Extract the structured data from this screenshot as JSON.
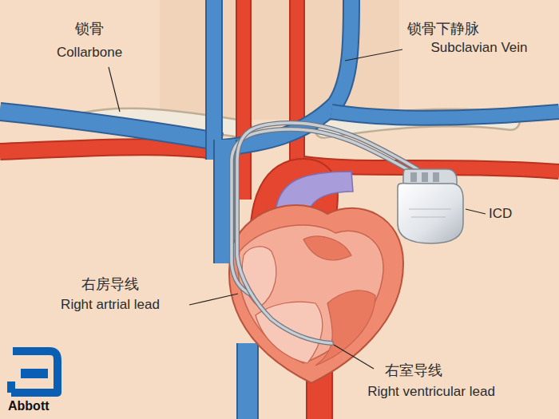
{
  "diagram": {
    "labels": [
      "锁骨",
      "Collarbone",
      "锁骨下静脉",
      "Subclavian Vein",
      "ICD",
      "右房导线",
      "Right artrial lead",
      "右室导线",
      "Right ventricular lead",
      "Abbott"
    ]
  }
}
